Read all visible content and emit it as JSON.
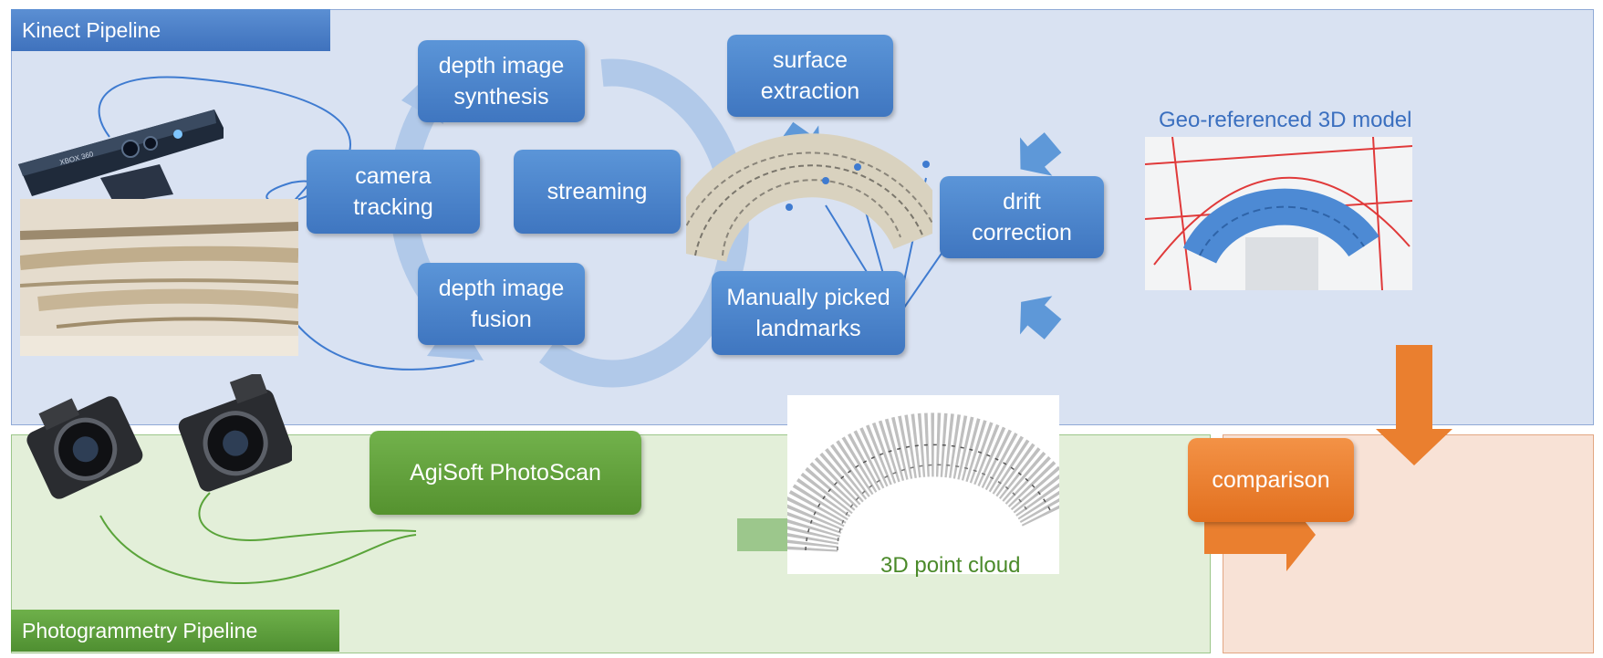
{
  "panels": {
    "kinect_label": "Kinect Pipeline",
    "photogrammetry_label": "Photogrammetry Pipeline"
  },
  "boxes": {
    "depth_synthesis": "depth image\nsynthesis",
    "camera_tracking": "camera\ntracking",
    "streaming": "streaming",
    "depth_fusion": "depth image\nfusion",
    "surface_extraction": "surface\nextraction",
    "landmarks": "Manually picked\nlandmarks",
    "drift_correction": "drift\ncorrection",
    "agisoft": "AgiSoft PhotoScan",
    "comparison": "comparison"
  },
  "captions": {
    "geo_model": "Geo-referenced 3D model",
    "point_cloud": "3D point cloud"
  },
  "device_text": {
    "kinect_logo": "XBOX 360"
  },
  "colors": {
    "kinect_panel": "#d9e2f2",
    "photogrammetry_panel": "#e3efd9",
    "comparison_panel": "#f8e2d6",
    "blue_box": "#4a83cb",
    "green_box": "#62a23e",
    "orange_box": "#ea7f2f",
    "blue_text": "#3a6fbf",
    "green_text": "#4b8a2a"
  },
  "icons": {
    "device": "kinect-sensor-icon",
    "cameras": "dslr-camera-icon"
  }
}
